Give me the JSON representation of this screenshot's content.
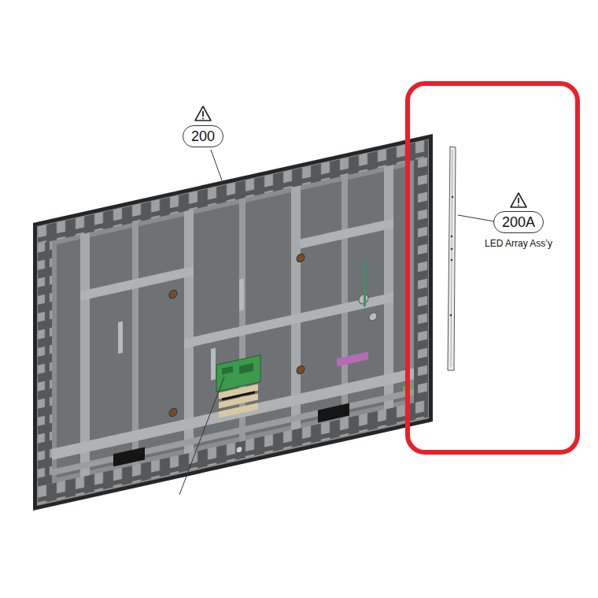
{
  "diagram": {
    "nodes": [
      {
        "text": [
          "200"
        ]
      },
      {
        "text": [
          "200A",
          "LED Array Ass’y"
        ]
      }
    ]
  }
}
